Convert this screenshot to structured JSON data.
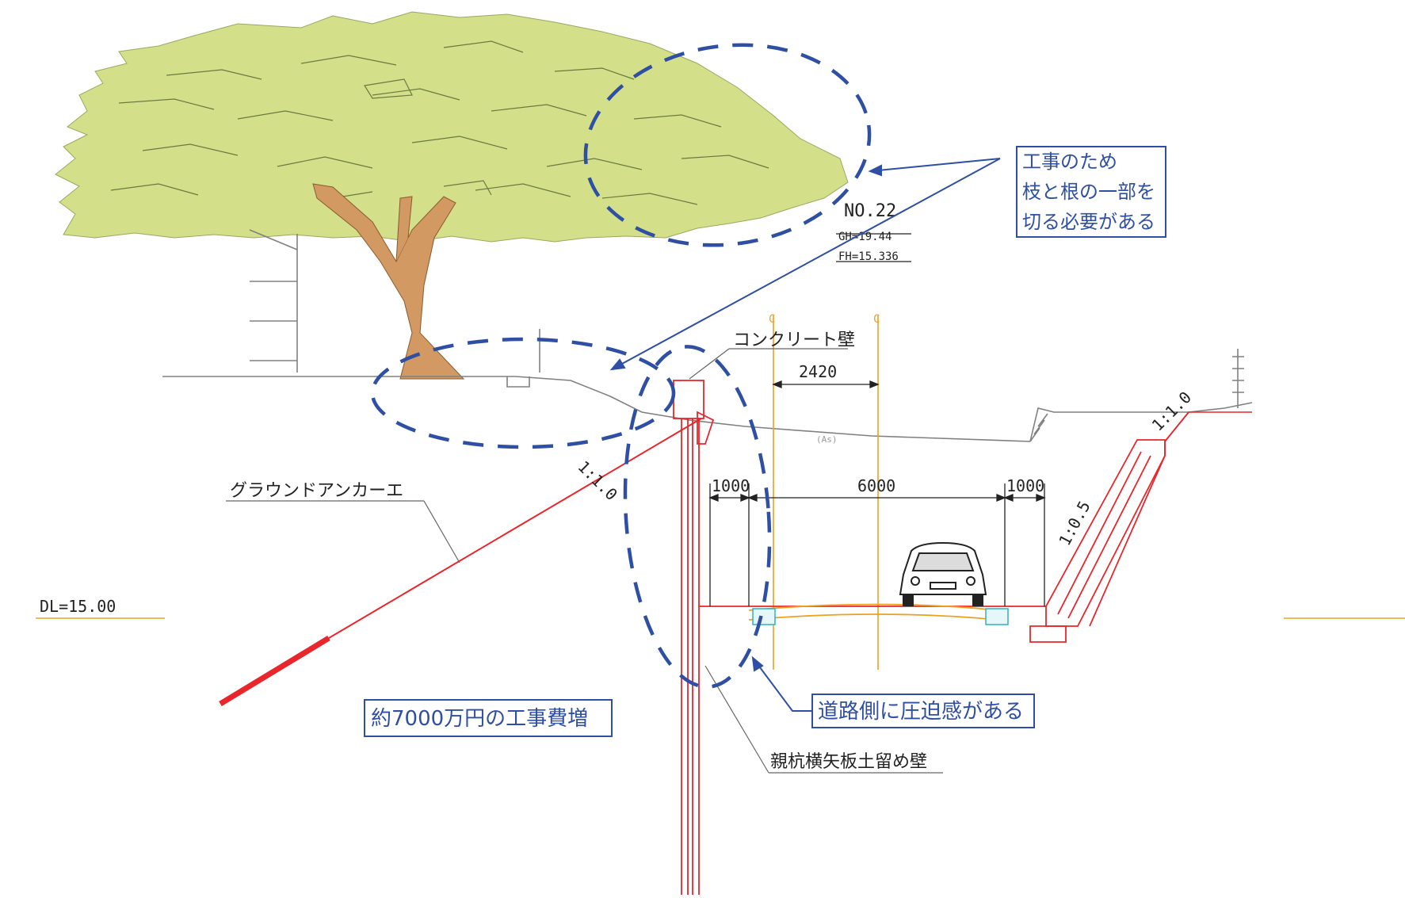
{
  "section": {
    "station": "NO.22",
    "gh": "GH=19.44",
    "fh": "FH=15.336",
    "datum": "DL=15.00",
    "as_label": "(As)",
    "centerline_mark": "C"
  },
  "dimensions": {
    "offset": "2420",
    "left_shoulder": "1000",
    "carriageway": "6000",
    "right_shoulder": "1000"
  },
  "slopes": {
    "left": "1:1.0",
    "right_steep": "1:0.5",
    "right_top": "1:1.0"
  },
  "labels": {
    "concrete_wall": "コンクリート壁",
    "ground_anchor": "グラウンドアンカーエ",
    "soldier_pile": "親杭横矢板土留め壁"
  },
  "callouts": {
    "tree_note_line1": "工事のため",
    "tree_note_line2": "枝と根の一部を",
    "tree_note_line3": "切る必要がある",
    "cost": "約7000万円の工事費増",
    "pressure": "道路側に圧迫感がある"
  },
  "colors": {
    "callout_blue": "#2e4fa3",
    "structure_red": "#e8262c",
    "centerline_orange": "#f0a020",
    "tree_canopy": "#d4df8a",
    "tree_trunk": "#d29a62"
  }
}
